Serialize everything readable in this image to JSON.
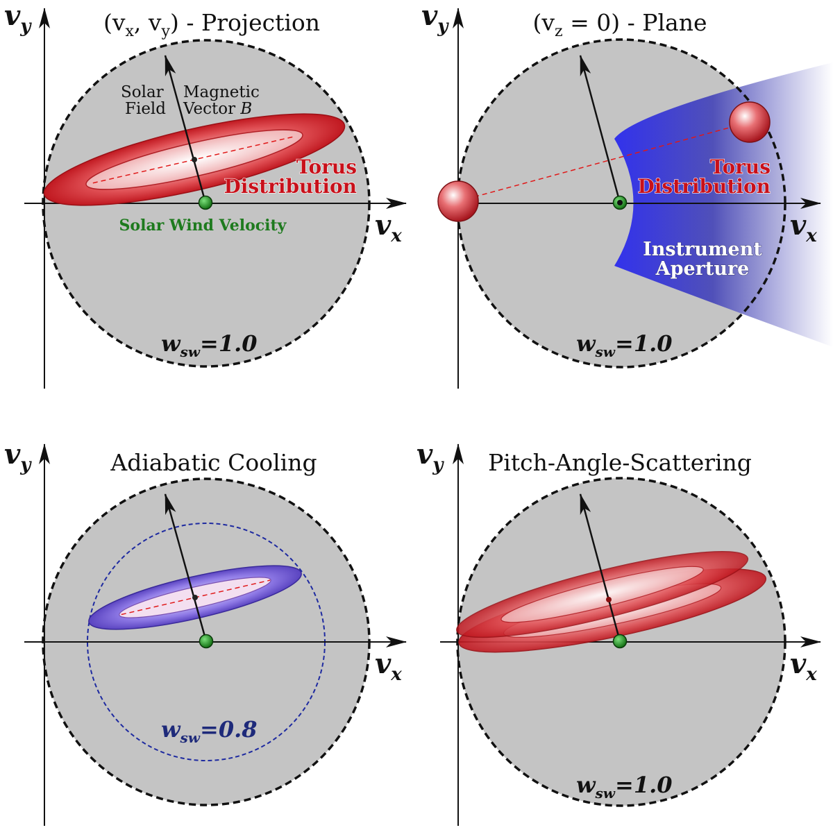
{
  "axes": {
    "vy_main": "v",
    "vy_sub": "y",
    "vx_main": "v",
    "vx_sub": "x"
  },
  "panels": [
    {
      "title": "(vₓ, vᵧ) - Projection",
      "wsw_label": "w",
      "wsw_sub": "sw",
      "wsw_value": "=1.0",
      "solar_line1": "Solar",
      "solar_line2": "Field",
      "magnetic_line1": "Magnetic",
      "magnetic_line2": "Vector",
      "magnetic_symbol": "B",
      "torus_line1": "Torus",
      "torus_line2": "Distribution",
      "sw_velocity": "Solar Wind Velocity"
    },
    {
      "title": "(v_z = 0) - Plane",
      "title_prefix": "(v",
      "title_sub": "z",
      "title_suffix": " = 0) - Plane",
      "wsw_label": "w",
      "wsw_sub": "sw",
      "wsw_value": "=1.0",
      "torus_line1": "Torus",
      "torus_line2": "Distribution",
      "aperture_line1": "Instrument",
      "aperture_line2": "Aperture"
    },
    {
      "title": "Adiabatic Cooling",
      "wsw_label": "w",
      "wsw_sub": "sw",
      "wsw_value": "=0.8"
    },
    {
      "title": "Pitch-Angle-Scattering",
      "wsw_label": "w",
      "wsw_sub": "sw",
      "wsw_value": "=1.0"
    }
  ],
  "colors": {
    "sphere_fill": "#c4c4c4",
    "torus_red": "#d42a30",
    "torus_light": "#f6d6d6",
    "cooling_purple": "#7b68d8",
    "solar_wind_green": "#2a9a2a",
    "aperture_blue": "#3030ee",
    "cooled_circle": "#1e2aa0"
  }
}
